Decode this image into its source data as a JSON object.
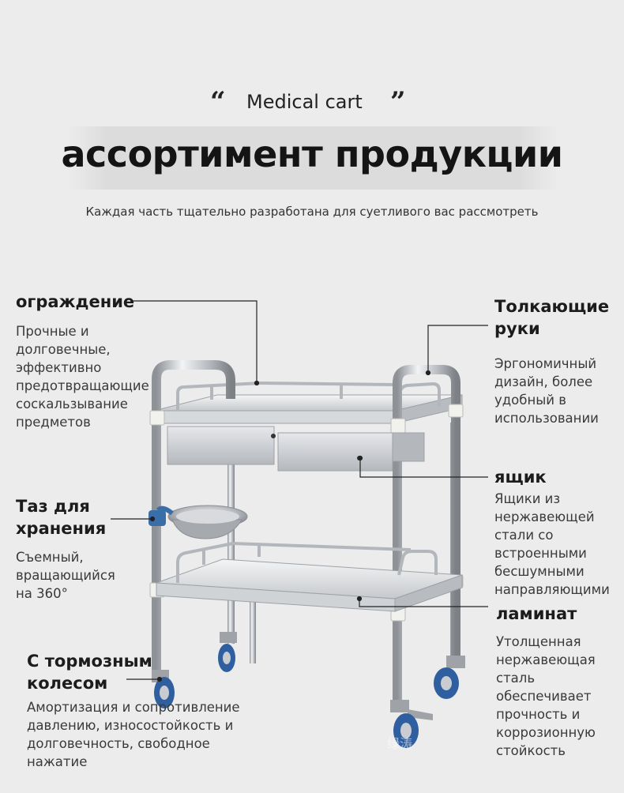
{
  "header": {
    "open_quote": "“",
    "subtitle": "Medical cart",
    "close_quote": "”",
    "title": "ассортимент продукции",
    "tagline": "Каждая часть тщательно разработана для суетливого вас рассмотреть"
  },
  "features": {
    "guardrail": {
      "title": "ограждение",
      "desc": [
        "Прочные и",
        "долговечные,",
        "эффективно",
        "предотвращающие",
        "соскальзывание",
        "предметов"
      ]
    },
    "push_handle": {
      "title": [
        "Толкающие",
        "руки"
      ],
      "desc": [
        "Эргономичный",
        "дизайн, более",
        "удобный в",
        "использовании"
      ]
    },
    "drawer": {
      "title": "ящик",
      "desc": [
        "Ящики из",
        "нержавеющей",
        "стали со",
        "встроенными",
        "бесшумными",
        "направляющими"
      ]
    },
    "basin": {
      "title": [
        "Таз для",
        "хранения"
      ],
      "desc": [
        "Съемный,",
        "вращающийся",
        "на 360°"
      ]
    },
    "laminate": {
      "title": "ламинат",
      "desc": [
        "Утолщенная",
        "нержавеющая",
        "сталь",
        "обеспечивает",
        "прочность и",
        "коррозионную",
        "стойкость"
      ]
    },
    "brake_wheel": {
      "title": [
        "С тормозным",
        "колесом"
      ],
      "desc": [
        "Амортизация и сопротивление",
        "давлению, износостойкость и",
        "долговечность, свободное",
        "нажатие"
      ]
    }
  },
  "watermark": "绿涛",
  "colors": {
    "background": "#ececec",
    "steel": "#c9ccd0",
    "wheel": "#2f5f9f",
    "clip": "#3a6ea8"
  },
  "icons": {
    "product": "medical-cart-illustration"
  }
}
